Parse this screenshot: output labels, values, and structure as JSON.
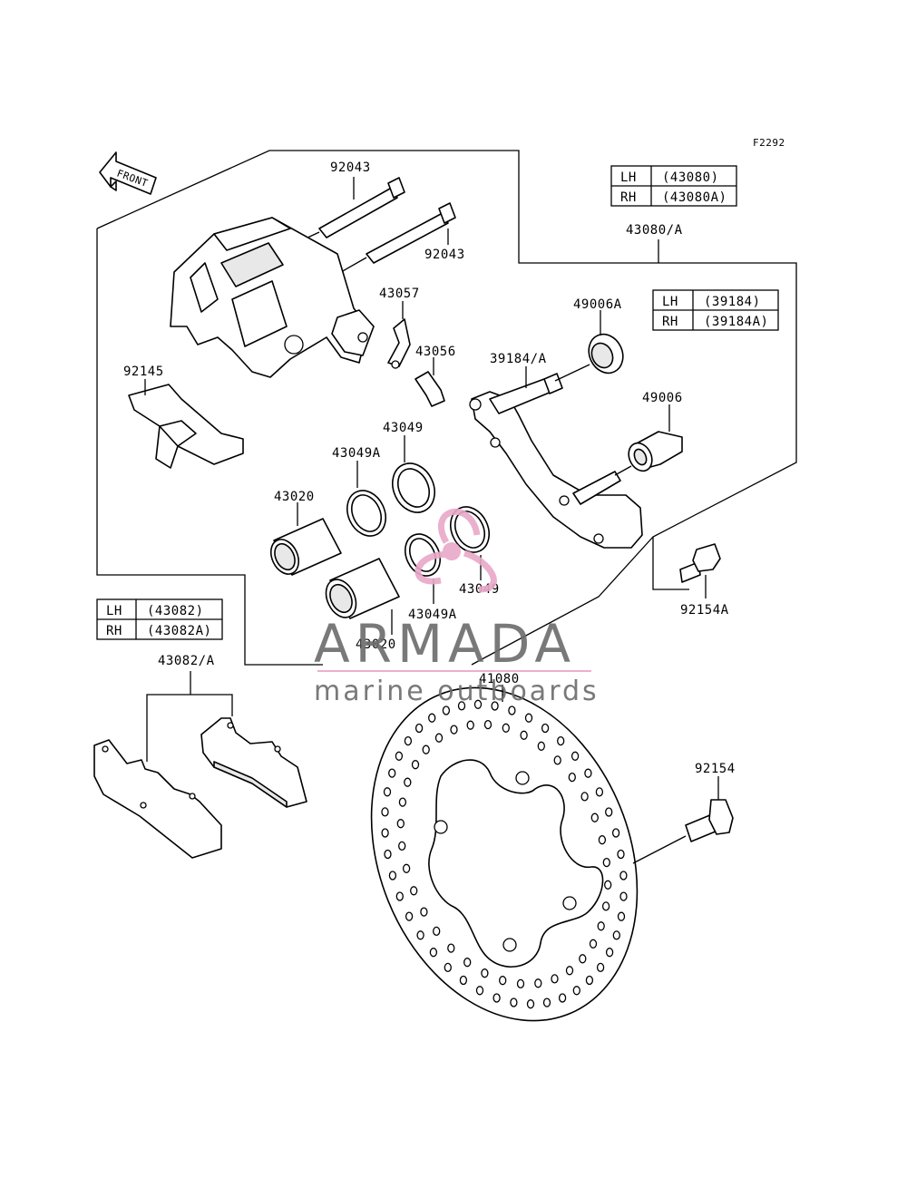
{
  "figure_code": "F2292",
  "front_arrow_label": "FRONT",
  "parts": {
    "p92043_top": "92043",
    "p92043_mid": "92043",
    "p43057": "43057",
    "p43056": "43056",
    "p92145": "92145",
    "p43049_top": "43049",
    "p43049A_top": "43049A",
    "p43020_top": "43020",
    "p43049_bot": "43049",
    "p43049A_bot": "43049A",
    "p43020_bot": "43020",
    "p43080A": "43080/A",
    "p49006A": "49006A",
    "p39184A": "39184/A",
    "p49006": "49006",
    "p92154A": "92154A",
    "p43082A": "43082/A",
    "p41080": "41080",
    "p92154": "92154"
  },
  "tables": {
    "caliper": {
      "lh_label": "LH",
      "lh_value": "(43080)",
      "rh_label": "RH",
      "rh_value": "(43080A)"
    },
    "bracket": {
      "lh_label": "LH",
      "lh_value": "(39184)",
      "rh_label": "RH",
      "rh_value": "(39184A)"
    },
    "pads": {
      "lh_label": "LH",
      "lh_value": "(43082)",
      "rh_label": "RH",
      "rh_value": "(43082A)"
    }
  },
  "watermark": {
    "brand": "ARMADA",
    "tagline": "marine outboards",
    "accent_color": "#e8a8c8",
    "text_color": "#6b6b6b"
  }
}
